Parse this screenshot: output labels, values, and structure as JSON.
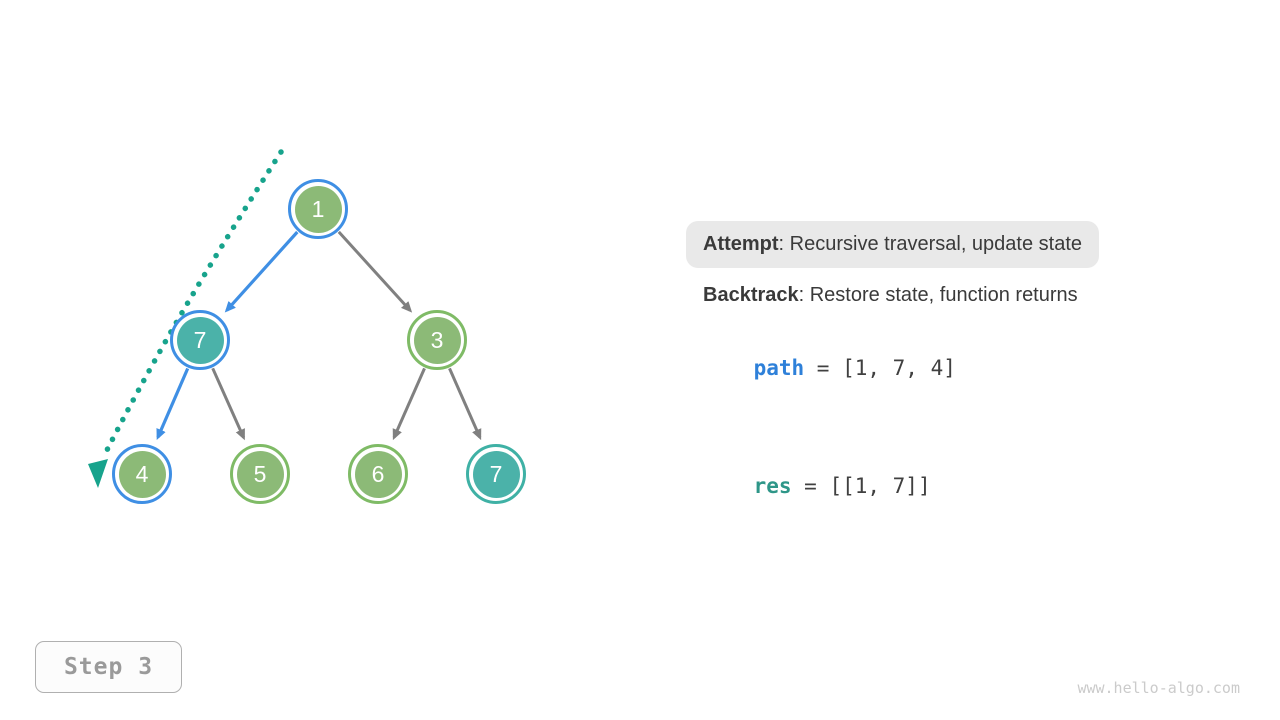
{
  "panel": {
    "attempt": {
      "label": "Attempt",
      "text": ": Recursive traversal, update state"
    },
    "backtrack": {
      "label": "Backtrack",
      "text": ": Restore state, function returns"
    },
    "path": {
      "name": "path",
      "rest": " = [1, 7, 4]"
    },
    "res": {
      "name": "res",
      "rest": " = [[1, 7]]"
    }
  },
  "tree": {
    "nodes": [
      {
        "label": "1",
        "state": "on-path",
        "fill": "green",
        "ring": "blue"
      },
      {
        "label": "7",
        "state": "on-path",
        "fill": "teal",
        "ring": "blue"
      },
      {
        "label": "3",
        "state": "unvisited",
        "fill": "green",
        "ring": "green"
      },
      {
        "label": "4",
        "state": "current",
        "fill": "green",
        "ring": "blue"
      },
      {
        "label": "5",
        "state": "unvisited",
        "fill": "green",
        "ring": "green"
      },
      {
        "label": "6",
        "state": "unvisited",
        "fill": "green",
        "ring": "green"
      },
      {
        "label": "7",
        "state": "unvisited",
        "fill": "teal",
        "ring": "teal"
      }
    ],
    "edges": [
      {
        "from": "1",
        "to": "7",
        "style": "highlight-blue"
      },
      {
        "from": "1",
        "to": "3",
        "style": "gray"
      },
      {
        "from": "7",
        "to": "4",
        "style": "highlight-blue"
      },
      {
        "from": "7",
        "to": "5",
        "style": "gray"
      },
      {
        "from": "3",
        "to": "6",
        "style": "gray"
      },
      {
        "from": "3",
        "to": "7",
        "style": "gray"
      }
    ],
    "traversal_marker": "dotted-teal-curve-with-arrowhead"
  },
  "footer": {
    "step": "Step 3",
    "watermark": "www.hello-algo.com"
  },
  "colors": {
    "node_green": "#8CBA77",
    "node_teal": "#4BB2A9",
    "ring_blue": "#3F8FE4",
    "ring_green": "#7FBB66",
    "ring_teal": "#3FB1A5",
    "edge_gray": "#808080",
    "edge_blue": "#3F8FE4",
    "dotted_teal": "#17A38C",
    "path_text_blue": "#2E80D9",
    "res_text_teal": "#2E9688",
    "attempt_bg": "#E9E9E9",
    "text_dark": "#3A3A3A",
    "step_gray": "#9A9A9A",
    "watermark_gray": "#CBCBCB"
  }
}
